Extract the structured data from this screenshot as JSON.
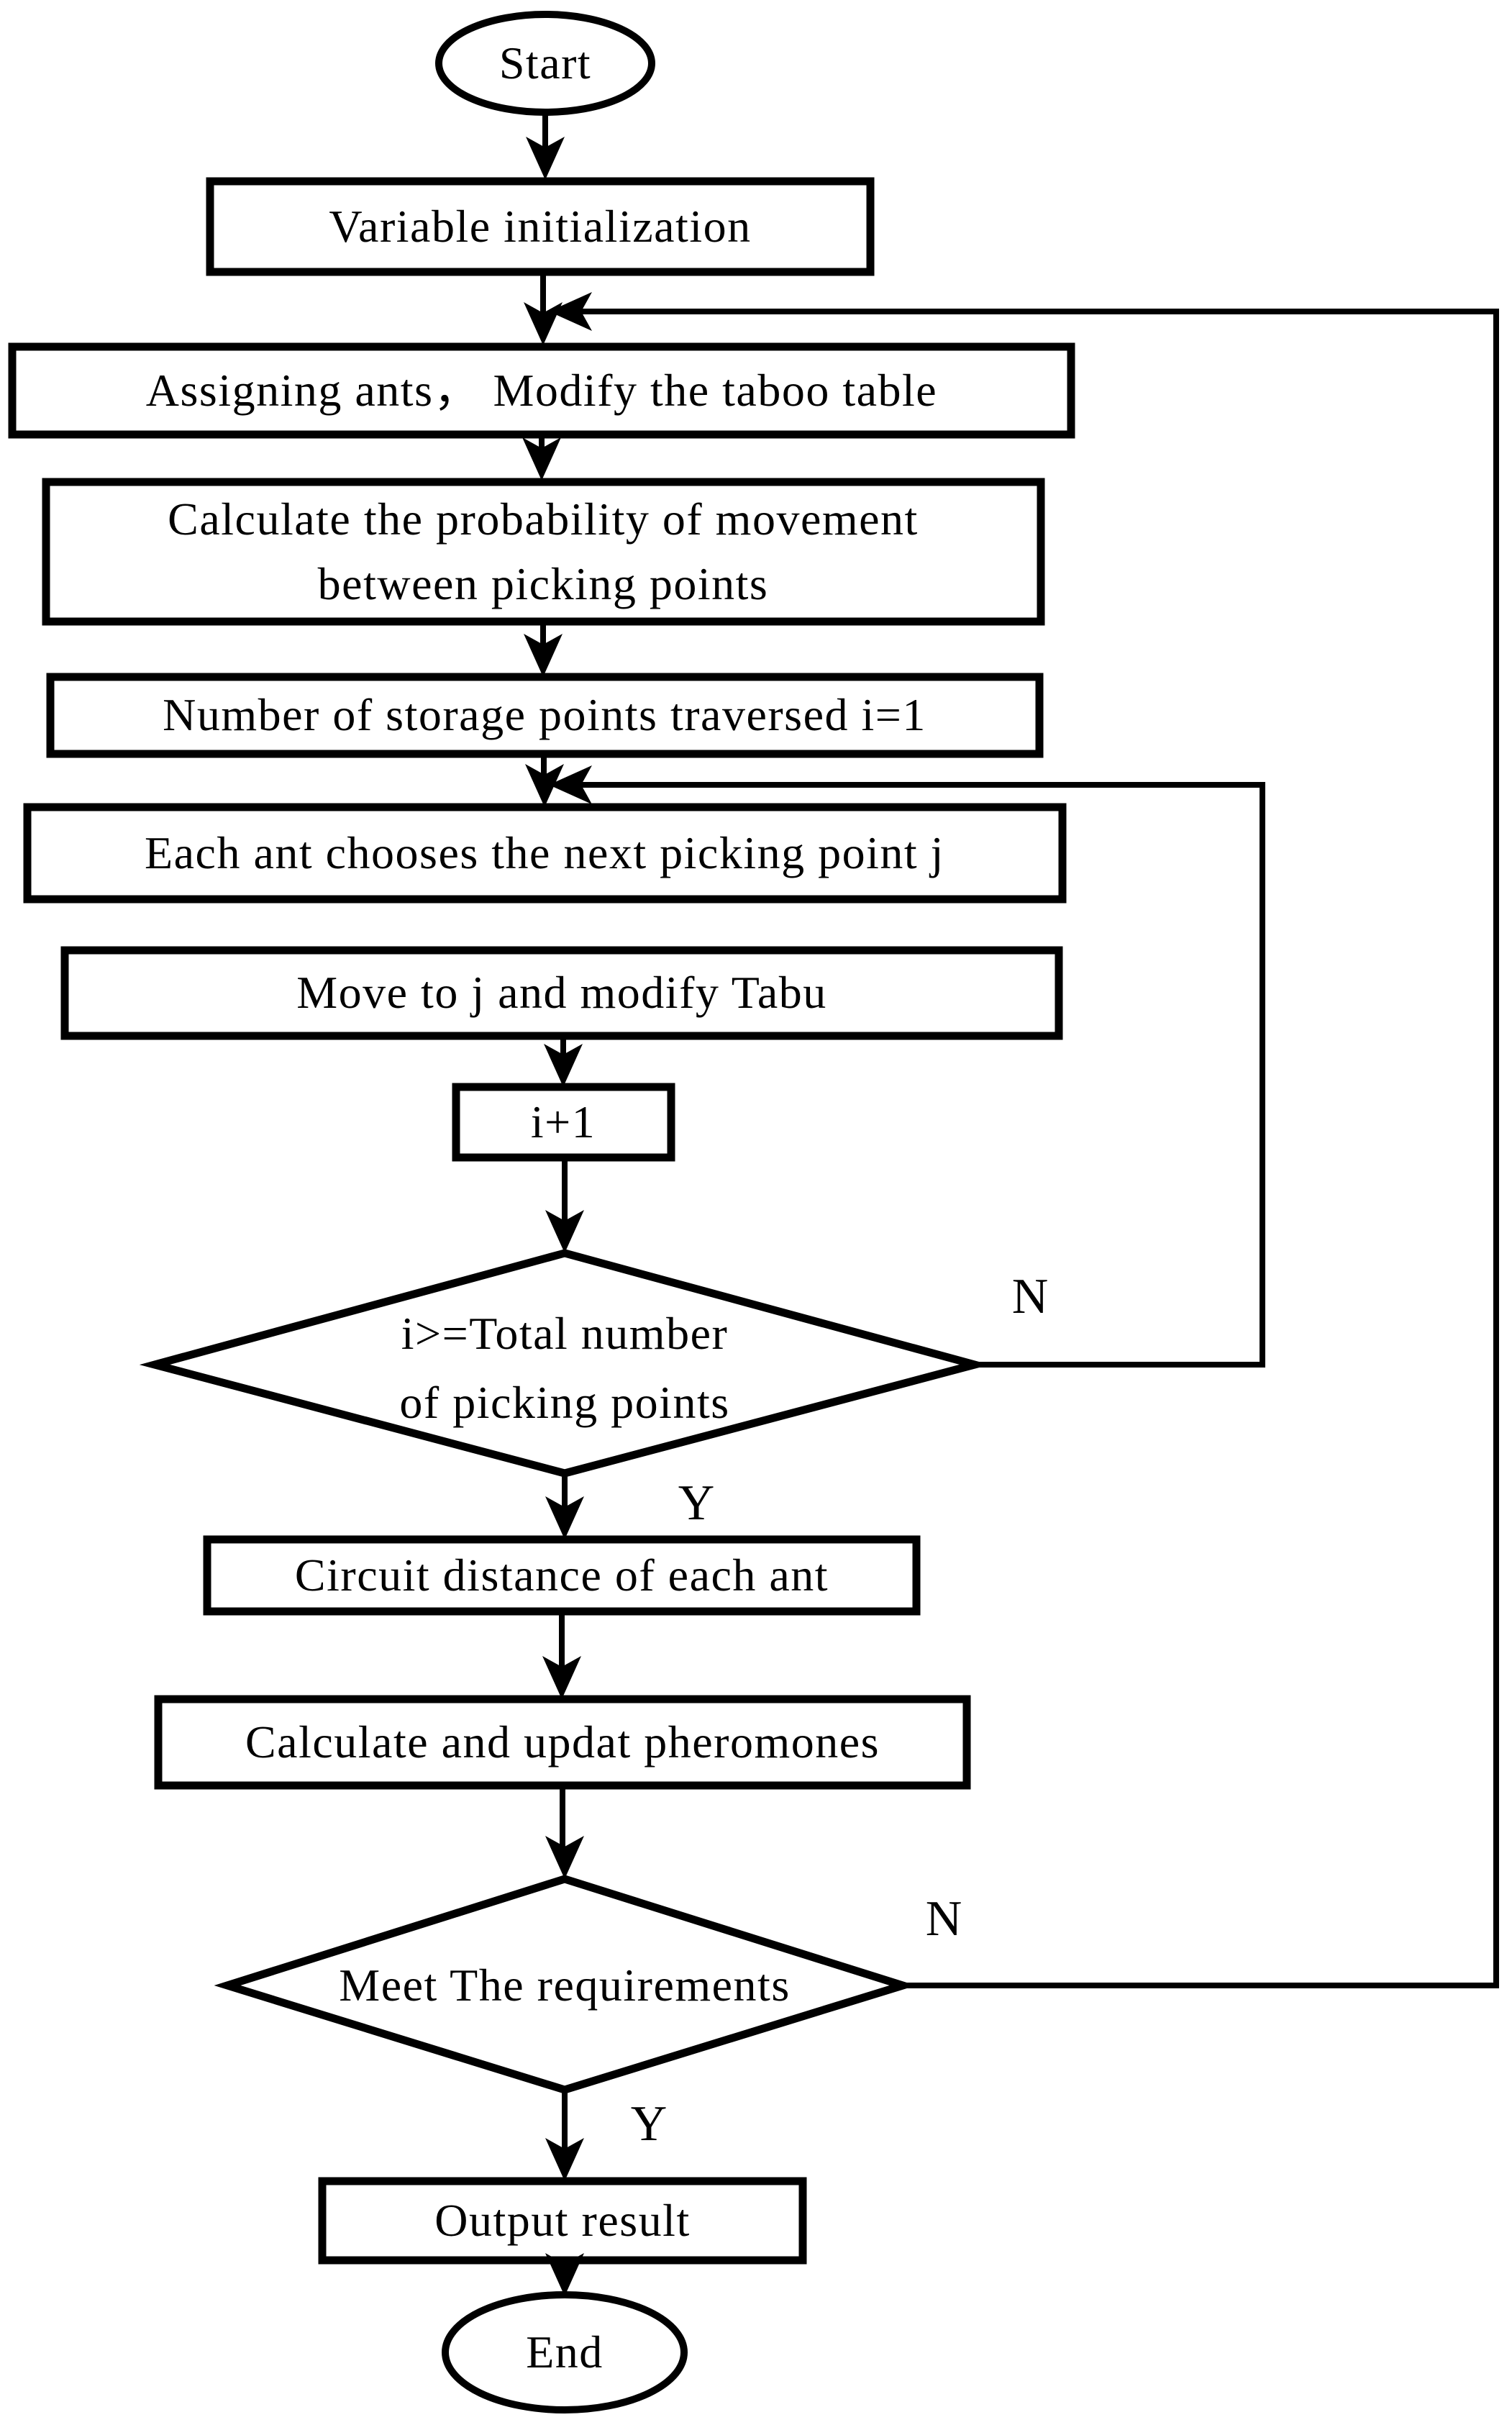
{
  "flowchart": {
    "nodes": {
      "start": {
        "type": "terminator",
        "label": "Start"
      },
      "variable_init": {
        "type": "process",
        "label": "Variable initialization"
      },
      "assigning_ants": {
        "type": "process",
        "label": "Assigning ants， Modify the taboo table"
      },
      "calc_probability": {
        "type": "process",
        "line1": "Calculate the probability of movement",
        "line2": "between picking points"
      },
      "storage_points": {
        "type": "process",
        "label": "Number of storage points traversed i=1"
      },
      "each_ant": {
        "type": "process",
        "label": "Each ant chooses the next picking point j"
      },
      "move_to_j": {
        "type": "process",
        "label": "Move to j and modify Tabu"
      },
      "increment_i": {
        "type": "process",
        "label": "i+1"
      },
      "decision_total": {
        "type": "decision",
        "line1": "i>=Total number",
        "line2": "of picking points"
      },
      "circuit_distance": {
        "type": "process",
        "label": "Circuit distance of each ant"
      },
      "update_pheromones": {
        "type": "process",
        "label": "Calculate and updat pheromones"
      },
      "decision_meet": {
        "type": "decision",
        "label": "Meet The requirements"
      },
      "output_result": {
        "type": "process",
        "label": "Output result"
      },
      "end": {
        "type": "terminator",
        "label": "End"
      }
    },
    "branch_labels": {
      "total_no": "N",
      "total_yes": "Y",
      "meet_no": "N",
      "meet_yes": "Y"
    },
    "colors": {
      "stroke": "#000000",
      "background": "#ffffff"
    }
  }
}
